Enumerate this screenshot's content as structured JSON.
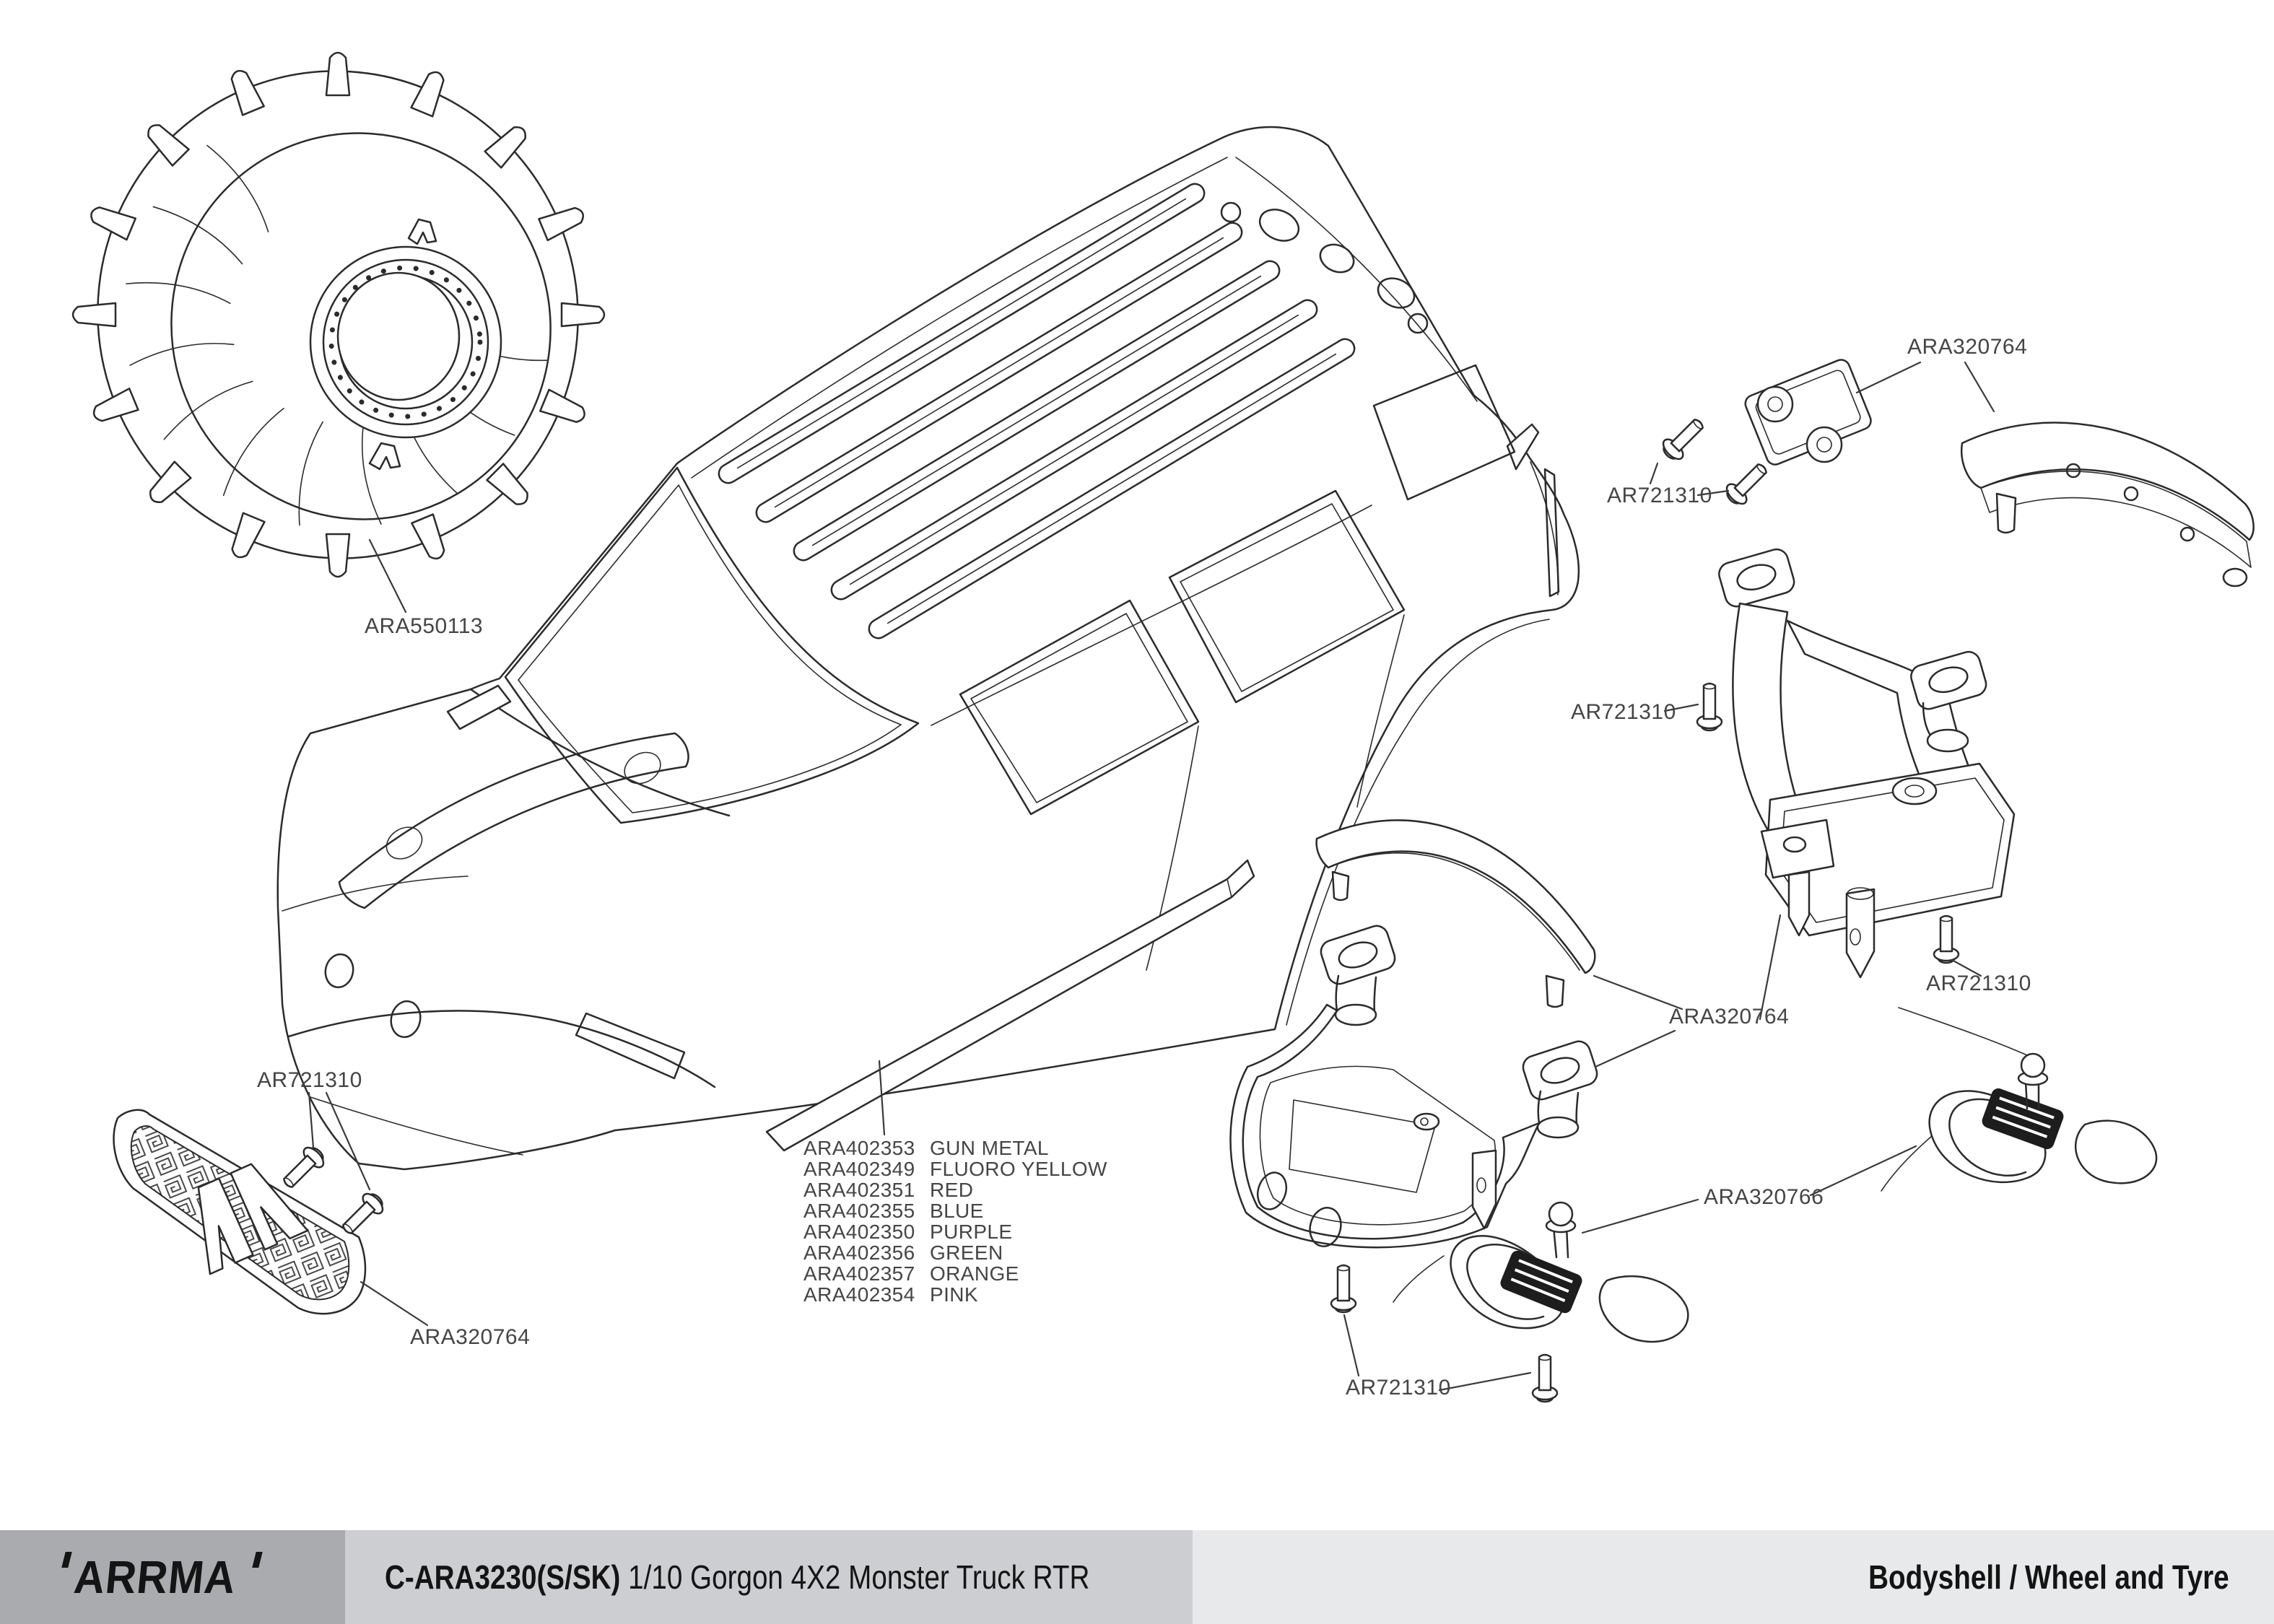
{
  "footer": {
    "logo_text": "ARRMA",
    "product_code": "C-ARA3230(S/SK)",
    "product_name": " 1/10 Gorgon 4X2 Monster Truck RTR",
    "section_title": "Bodyshell / Wheel and Tyre"
  },
  "diagram": {
    "labels": [
      {
        "id": "tyre-wheel",
        "text": "ARA550113"
      },
      {
        "id": "grille-pins",
        "text": "AR721310"
      },
      {
        "id": "grille",
        "text": "ARA320764"
      },
      {
        "id": "rear-mount-wing",
        "text": "ARA320764"
      },
      {
        "id": "rear-mount-pins",
        "text": "AR721310"
      },
      {
        "id": "tower-pin-left",
        "text": "AR721310"
      },
      {
        "id": "tower-pin-right",
        "text": "AR721310"
      },
      {
        "id": "body-mounts-mid",
        "text": "ARA320764"
      },
      {
        "id": "light-pods",
        "text": "ARA320766"
      },
      {
        "id": "bracket-pins",
        "text": "AR721310"
      }
    ],
    "color_options": [
      {
        "part": "ARA402353",
        "color": "GUN METAL"
      },
      {
        "part": "ARA402349",
        "color": "FLUORO YELLOW"
      },
      {
        "part": "ARA402351",
        "color": "RED"
      },
      {
        "part": "ARA402355",
        "color": "BLUE"
      },
      {
        "part": "ARA402350",
        "color": "PURPLE"
      },
      {
        "part": "ARA402356",
        "color": "GREEN"
      },
      {
        "part": "ARA402357",
        "color": "ORANGE"
      },
      {
        "part": "ARA402354",
        "color": "PINK"
      }
    ],
    "line_color": "#2b2b2b",
    "label_color": "#454545"
  }
}
